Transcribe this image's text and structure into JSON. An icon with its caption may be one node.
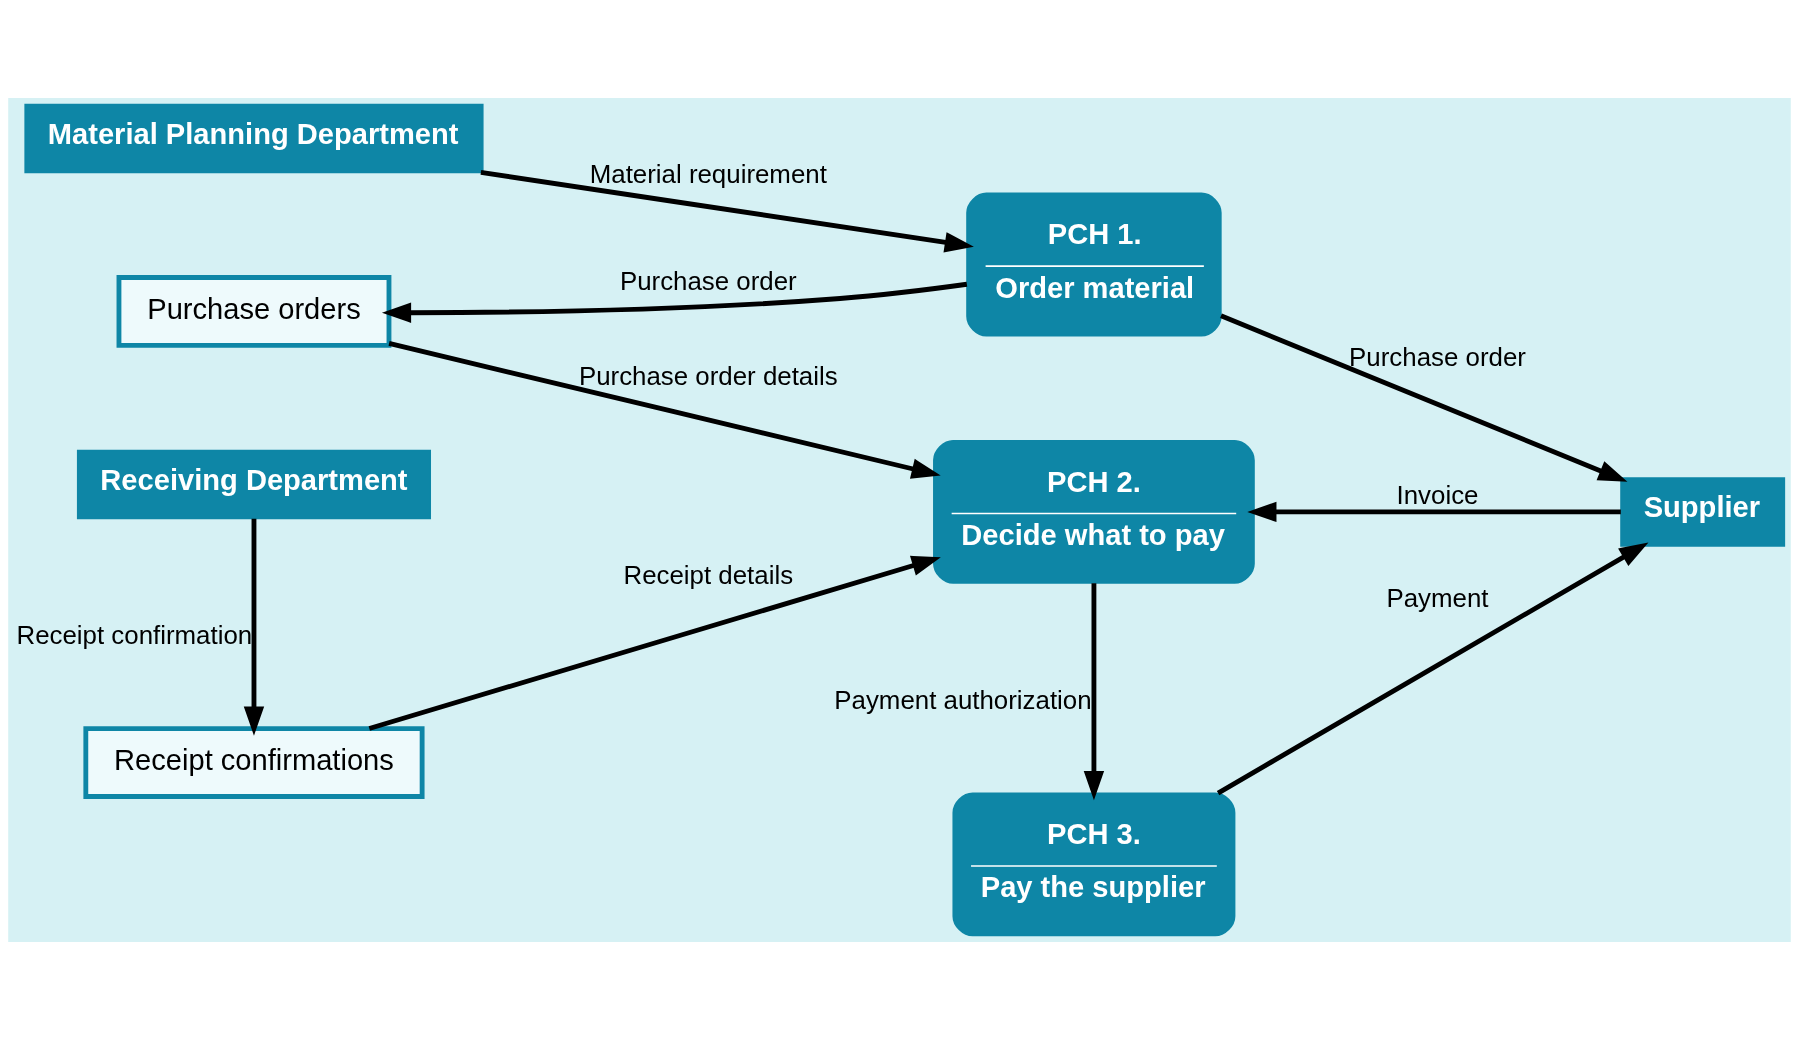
{
  "diagram": {
    "nodes": [
      {
        "text": [
          "Material Planning Department"
        ]
      },
      {
        "text": [
          "PCH 1.",
          "Order material"
        ]
      },
      {
        "text": [
          "Supplier"
        ]
      },
      {
        "text": [
          "Purchase orders"
        ]
      },
      {
        "text": [
          "PCH 2.",
          "Decide what to pay"
        ]
      },
      {
        "text": [
          "Receipt confirmations"
        ]
      },
      {
        "text": [
          "Receiving Department"
        ]
      },
      {
        "text": [
          "PCH 3.",
          "Pay the supplier"
        ]
      }
    ],
    "edges": [
      {
        "from": 0,
        "to": 1,
        "arrow": "to",
        "label": "Material requirement"
      },
      {
        "from": 1,
        "to": 3,
        "arrow": "to",
        "label": "Purchase order"
      },
      {
        "from": 1,
        "to": 2,
        "arrow": "to",
        "label": "Purchase order"
      },
      {
        "from": 3,
        "to": 4,
        "arrow": "to",
        "label": "Purchase order details"
      },
      {
        "from": 2,
        "to": 4,
        "arrow": "to",
        "label": "Invoice"
      },
      {
        "from": 5,
        "to": 4,
        "arrow": "to",
        "label": "Receipt details"
      },
      {
        "from": 6,
        "to": 5,
        "arrow": "to",
        "label": "Receipt confirmation"
      },
      {
        "from": 4,
        "to": 7,
        "arrow": "to",
        "label": "Payment authorization"
      },
      {
        "from": 7,
        "to": 2,
        "arrow": "to",
        "label": "Payment"
      }
    ]
  }
}
